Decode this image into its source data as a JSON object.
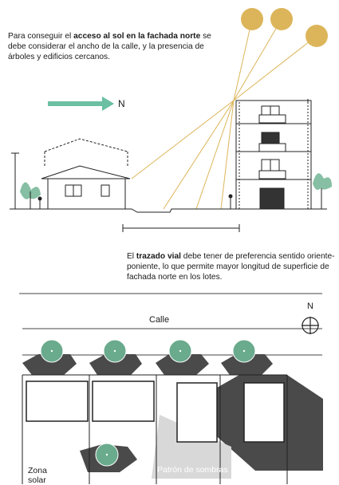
{
  "intro": {
    "part1": "Para conseguir el ",
    "bold1": "acceso al sol en la fachada norte",
    "part2": " se debe considerar el ancho de la calle, y la presencia de árboles y edificios cercanos."
  },
  "road_text": {
    "part1": "El ",
    "bold1": "trazado vial",
    "part2": " debe tener de preferencia sentido oriente-poniente, lo que permite mayor longitud de superficie de fachada norte en los lotes."
  },
  "labels": {
    "north_top": "N",
    "north_plan": "N",
    "street": "Calle",
    "solar_zone": "Zona solar",
    "shadow_pattern": "Patrón de sombras"
  },
  "colors": {
    "sun": "#dcb55a",
    "arrow": "#6bbfa3",
    "tree": "#86bfa3",
    "shadow": "#4a4a4a",
    "shadow_light": "#dcdcdc"
  }
}
